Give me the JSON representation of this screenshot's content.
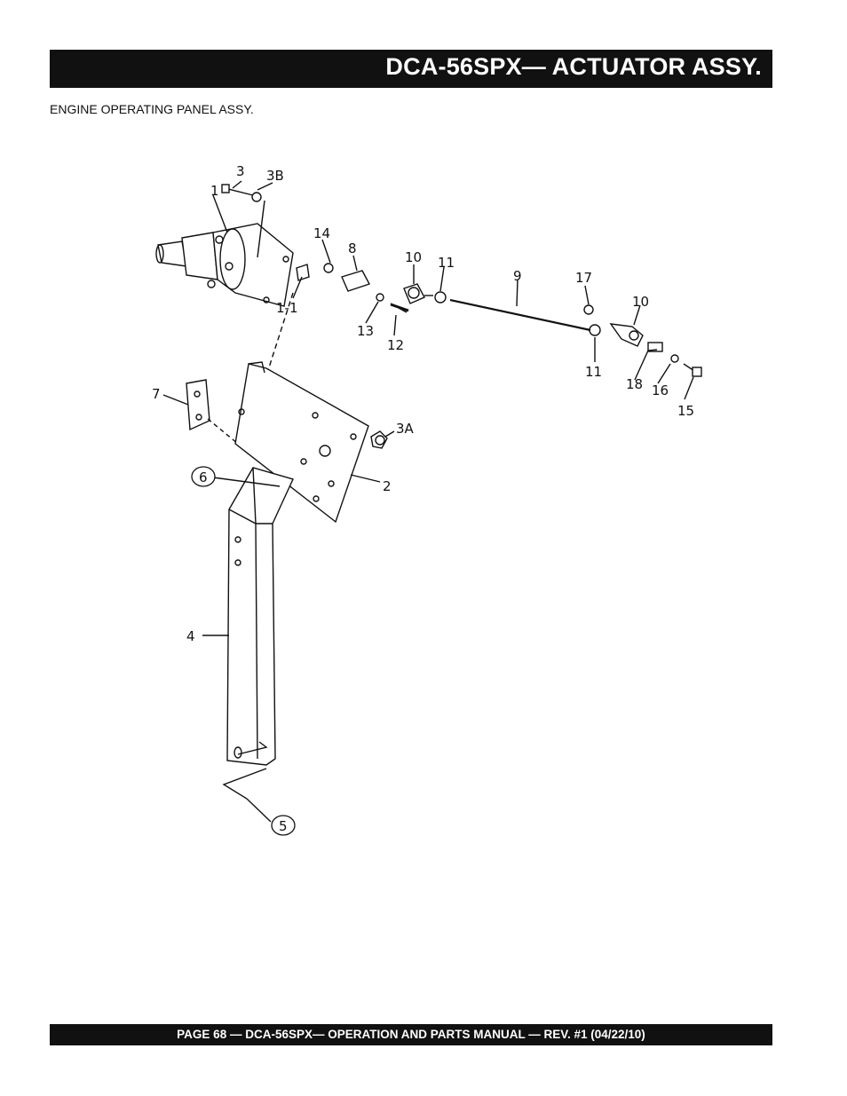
{
  "header": {
    "title": "DCA-56SPX— ACTUATOR  ASSY."
  },
  "section": {
    "subtitle": "ENGINE OPERATING PANEL ASSY."
  },
  "diagram": {
    "callouts": [
      "1",
      "3",
      "3B",
      "14",
      "8",
      "10",
      "11",
      "9",
      "17",
      "10",
      "1-1",
      "13",
      "12",
      "11",
      "18",
      "16",
      "15",
      "7",
      "3A",
      "6",
      "2",
      "4",
      "5"
    ]
  },
  "footer": {
    "text": "PAGE 68 — DCA-56SPX—  OPERATION AND PARTS  MANUAL — REV. #1  (04/22/10)"
  }
}
